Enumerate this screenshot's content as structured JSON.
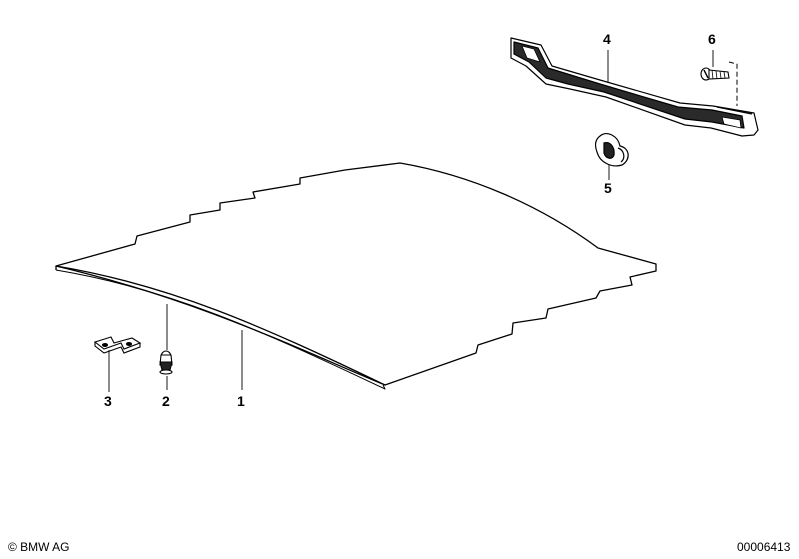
{
  "callouts": [
    {
      "id": "1",
      "text": "1"
    },
    {
      "id": "2",
      "text": "2"
    },
    {
      "id": "3",
      "text": "3"
    },
    {
      "id": "4",
      "text": "4"
    },
    {
      "id": "5",
      "text": "5"
    },
    {
      "id": "6",
      "text": "6"
    }
  ],
  "footer": {
    "copyright": "© BMW AG",
    "diagram_number": "00006413"
  },
  "colors": {
    "ink": "#000000",
    "paper": "#ffffff",
    "shade": "#333333"
  }
}
